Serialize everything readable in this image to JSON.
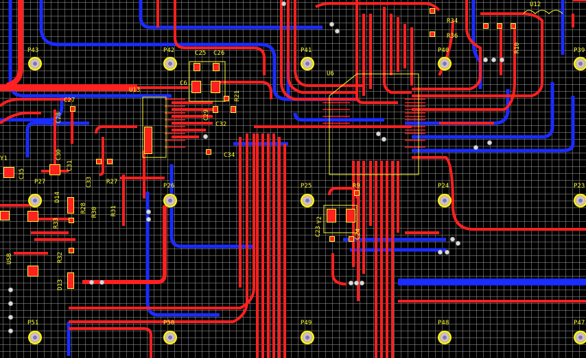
{
  "board": {
    "colors": {
      "top_layer": "#ff2020",
      "bottom_layer": "#1a2cff",
      "silkscreen": "#ffff33",
      "background": "#000000",
      "grid": "#969696"
    },
    "pads": [
      {
        "id": "p43",
        "label": "P43"
      },
      {
        "id": "p42",
        "label": "P42"
      },
      {
        "id": "p41",
        "label": "P41"
      },
      {
        "id": "p40",
        "label": "P40"
      },
      {
        "id": "p39",
        "label": "P39"
      },
      {
        "id": "p27",
        "label": "P27"
      },
      {
        "id": "p26",
        "label": "P26"
      },
      {
        "id": "p25",
        "label": "P25"
      },
      {
        "id": "p24",
        "label": "P24"
      },
      {
        "id": "p23",
        "label": "P23"
      },
      {
        "id": "p51",
        "label": "P51"
      },
      {
        "id": "p50",
        "label": "P50"
      },
      {
        "id": "p49",
        "label": "P49"
      },
      {
        "id": "p48",
        "label": "P48"
      },
      {
        "id": "p47",
        "label": "P47"
      }
    ],
    "designators": {
      "u13": "U13",
      "u6": "U6",
      "u12": "U12",
      "c25": "C25",
      "c26": "C26",
      "c27": "C27",
      "c28": "C28",
      "c29": "C29",
      "c30": "C30",
      "c31": "C31",
      "c32": "C32",
      "c33": "C33",
      "c34": "C34",
      "c35": "C35",
      "c23": "C23",
      "c24": "C24",
      "y2": "Y2",
      "y1": "Y1",
      "r21": "R21",
      "r27": "R27",
      "r28": "R28",
      "r30": "R30",
      "r31": "R31",
      "r32": "R32",
      "r33": "R33",
      "r34": "R34",
      "r36": "R36",
      "r9": "R9",
      "r10": "R10",
      "d14": "D14",
      "d13": "D13",
      "c6": "C6",
      "usb": "USB"
    }
  }
}
